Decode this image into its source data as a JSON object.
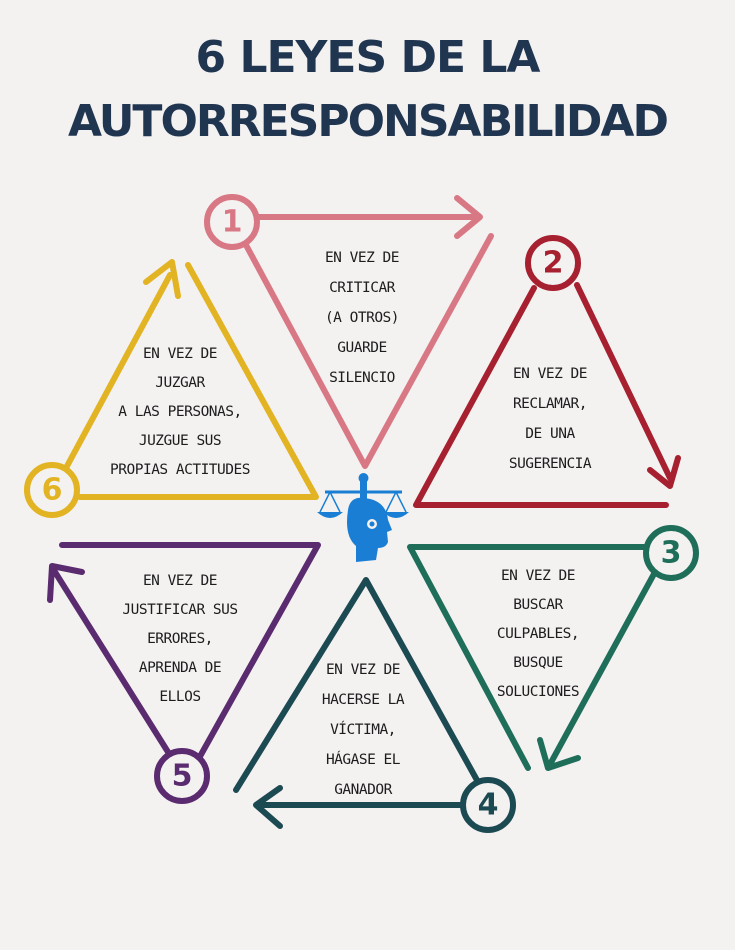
{
  "title": {
    "line1": "6 LEYES DE LA",
    "line2": "AUTORRESPONSABILIDAD"
  },
  "colors": {
    "law1": "#d97885",
    "law2": "#a62030",
    "law3": "#1f6e5a",
    "law4": "#1c4a52",
    "law5": "#5a2b6e",
    "law6": "#e2b322",
    "title": "#1f3550",
    "logo": "#1a7fd4"
  },
  "laws": [
    {
      "number": "1",
      "lines": [
        "EN VEZ DE",
        "CRITICAR",
        "(A OTROS)",
        "GUARDE",
        "SILENCIO"
      ]
    },
    {
      "number": "2",
      "lines": [
        "EN VEZ DE",
        "RECLAMAR,",
        "DE UNA",
        "SUGERENCIA"
      ]
    },
    {
      "number": "3",
      "lines": [
        "EN VEZ DE",
        "BUSCAR",
        "CULPABLES,",
        "BUSQUE",
        "SOLUCIONES"
      ]
    },
    {
      "number": "4",
      "lines": [
        "EN VEZ DE",
        "HACERSE LA",
        "VÍCTIMA,",
        "HÁGASE EL",
        "GANADOR"
      ]
    },
    {
      "number": "5",
      "lines": [
        "EN VEZ DE",
        "JUSTIFICAR SUS",
        "ERRORES,",
        "APRENDA DE",
        "ELLOS"
      ]
    },
    {
      "number": "6",
      "lines": [
        "EN VEZ DE",
        "JUZGAR",
        "A LAS PERSONAS,",
        "JUZGUE SUS",
        "PROPIAS ACTITUDES"
      ]
    }
  ],
  "center_icon": "justice-scales-head-icon"
}
